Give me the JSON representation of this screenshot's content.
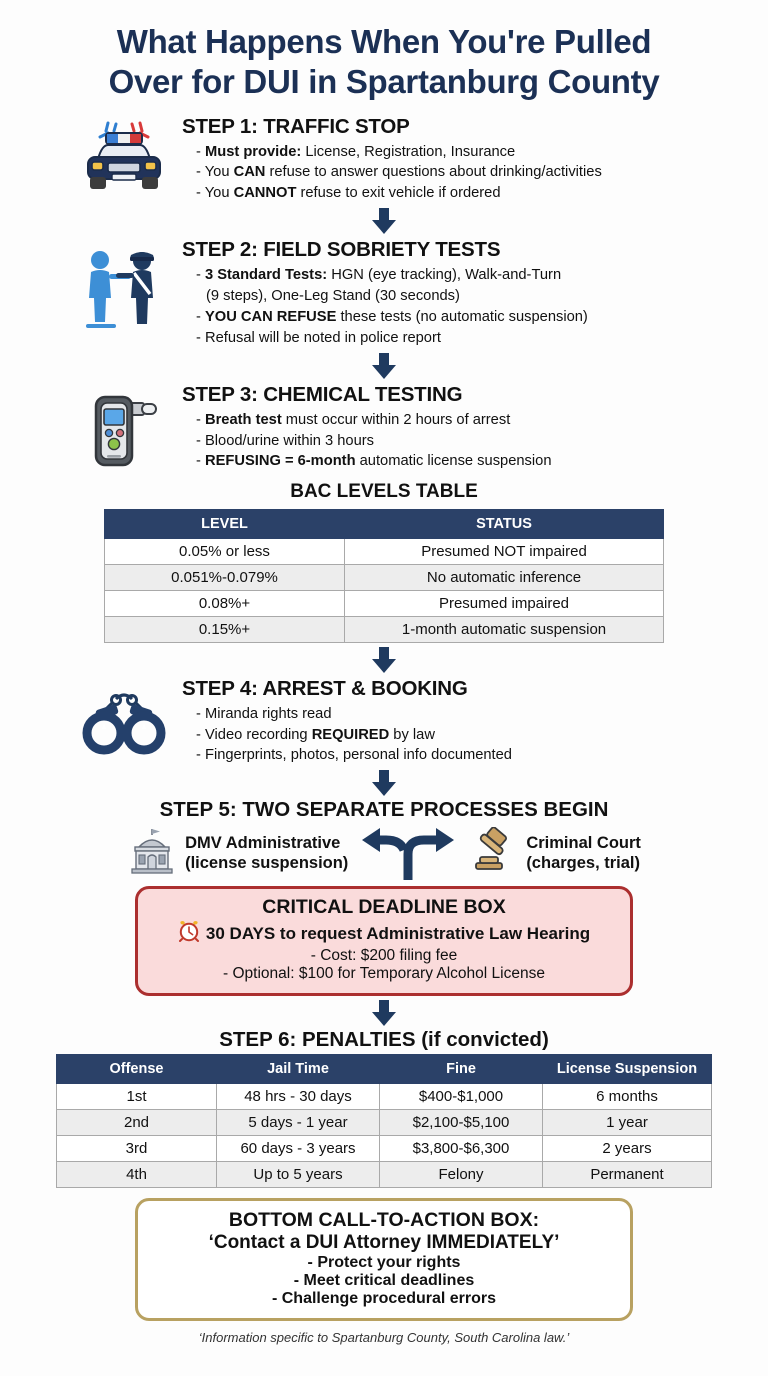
{
  "title": {
    "line1": "What Happens When You're Pulled",
    "line2": "Over for DUI in Spartanburg County"
  },
  "colors": {
    "title_navy": "#1b3055",
    "table_header_navy": "#2b4168",
    "arrow_navy": "#1f3a5f",
    "deadline_border": "#ab2f2f",
    "deadline_fill": "#fadbdb",
    "cta_border": "#b8a161",
    "row_alt": "#ededed"
  },
  "steps": [
    {
      "icon": "police-car-icon",
      "heading": "STEP 1: TRAFFIC STOP",
      "bullets": [
        {
          "strong": "Must provide:",
          "rest": " License, Registration, Insurance"
        },
        {
          "pre": "You ",
          "strong": "CAN",
          "rest": " refuse to answer questions about drinking/activities"
        },
        {
          "pre": "You ",
          "strong": "CANNOT",
          "rest": " refuse to exit vehicle if ordered"
        }
      ]
    },
    {
      "icon": "police-officer-icon",
      "heading": "STEP 2: FIELD SOBRIETY TESTS",
      "bullets": [
        {
          "strong": "3 Standard Tests:",
          "rest": " HGN (eye tracking), Walk-and-Turn"
        },
        {
          "cont": "(9 steps), One-Leg Stand (30 seconds)"
        },
        {
          "strong": "YOU CAN REFUSE",
          "rest": " these tests (no automatic suspension)"
        },
        {
          "plain": "Refusal will be noted in police report"
        }
      ]
    },
    {
      "icon": "breathalyzer-icon",
      "heading": "STEP 3: CHEMICAL TESTING",
      "bullets": [
        {
          "strong": "Breath test",
          "rest": " must occur within 2 hours of arrest"
        },
        {
          "plain": "Blood/urine within 3 hours"
        },
        {
          "strong": "REFUSING = 6-month",
          "rest": " automatic license suspension"
        }
      ]
    },
    {
      "icon": "handcuffs-icon",
      "heading": "STEP 4: ARREST & BOOKING",
      "bullets": [
        {
          "plain": "Miranda rights read"
        },
        {
          "pre": "Video recording ",
          "strong": "REQUIRED",
          "rest": " by law"
        },
        {
          "plain": "Fingerprints, photos, personal info documented"
        }
      ]
    }
  ],
  "bac_table": {
    "title": "BAC LEVELS TABLE",
    "headers": [
      "LEVEL",
      "STATUS"
    ],
    "rows": [
      [
        "0.05% or less",
        "Presumed NOT impaired"
      ],
      [
        "0.051%-0.079%",
        "No automatic inference"
      ],
      [
        "0.08%+",
        "Presumed impaired"
      ],
      [
        "0.15%+",
        "1-month automatic suspension"
      ]
    ]
  },
  "step5": {
    "heading": "STEP 5: TWO SEPARATE PROCESSES BEGIN",
    "left": {
      "icon": "government-building-icon",
      "line1": "DMV Administrative",
      "line2": "(license suspension)"
    },
    "right": {
      "icon": "gavel-icon",
      "line1": "Criminal Court",
      "line2": "(charges, trial)"
    },
    "branch_icon": "split-arrows-icon"
  },
  "deadline_box": {
    "title": "CRITICAL DEADLINE BOX",
    "clock_icon": "alarm-clock-icon",
    "main": "30 DAYS to request Administrative Law Hearing",
    "items": [
      "- Cost: $200 filing fee",
      "- Optional: $100 for Temporary Alcohol License"
    ]
  },
  "penalties": {
    "heading_strong": "STEP 6: PENALTIES",
    "heading_light": " (if convicted)",
    "headers": [
      "Offense",
      "Jail Time",
      "Fine",
      "License Suspension"
    ],
    "rows": [
      [
        "1st",
        "48 hrs - 30 days",
        "$400-$1,000",
        "6 months"
      ],
      [
        "2nd",
        "5 days - 1 year",
        "$2,100-$5,100",
        "1 year"
      ],
      [
        "3rd",
        "60 days - 3 years",
        "$3,800-$6,300",
        "2 years"
      ],
      [
        "4th",
        "Up to 5 years",
        "Felony",
        "Permanent"
      ]
    ]
  },
  "cta_box": {
    "title": "BOTTOM CALL-TO-ACTION BOX:",
    "subtitle": "‘Contact a DUI Attorney IMMEDIATELY’",
    "items": [
      "- Protect your rights",
      "- Meet critical deadlines",
      "- Challenge procedural errors"
    ]
  },
  "footer": "‘Information specific to Spartanburg County, South Carolina law.’"
}
